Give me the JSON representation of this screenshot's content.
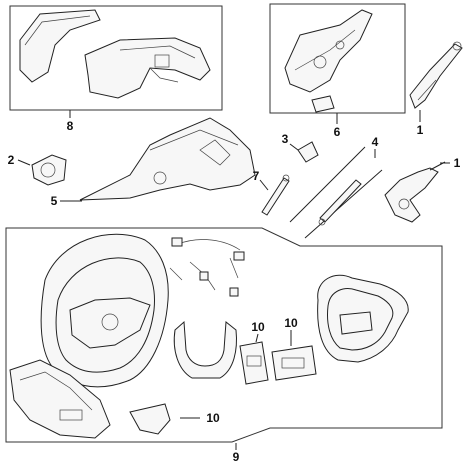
{
  "diagram": {
    "callouts": [
      {
        "id": "c8",
        "label": "8"
      },
      {
        "id": "c6",
        "label": "6"
      },
      {
        "id": "c1a",
        "label": "1"
      },
      {
        "id": "c1b",
        "label": "1"
      },
      {
        "id": "c2",
        "label": "2"
      },
      {
        "id": "c3",
        "label": "3"
      },
      {
        "id": "c4",
        "label": "4"
      },
      {
        "id": "c5",
        "label": "5"
      },
      {
        "id": "c7",
        "label": "7"
      },
      {
        "id": "c9",
        "label": "9"
      },
      {
        "id": "c10a",
        "label": "10"
      },
      {
        "id": "c10b",
        "label": "10"
      },
      {
        "id": "c10c",
        "label": "10"
      }
    ],
    "colors": {
      "stroke": "#222222",
      "fill": "#f7f7f7",
      "background": "#ffffff"
    }
  }
}
